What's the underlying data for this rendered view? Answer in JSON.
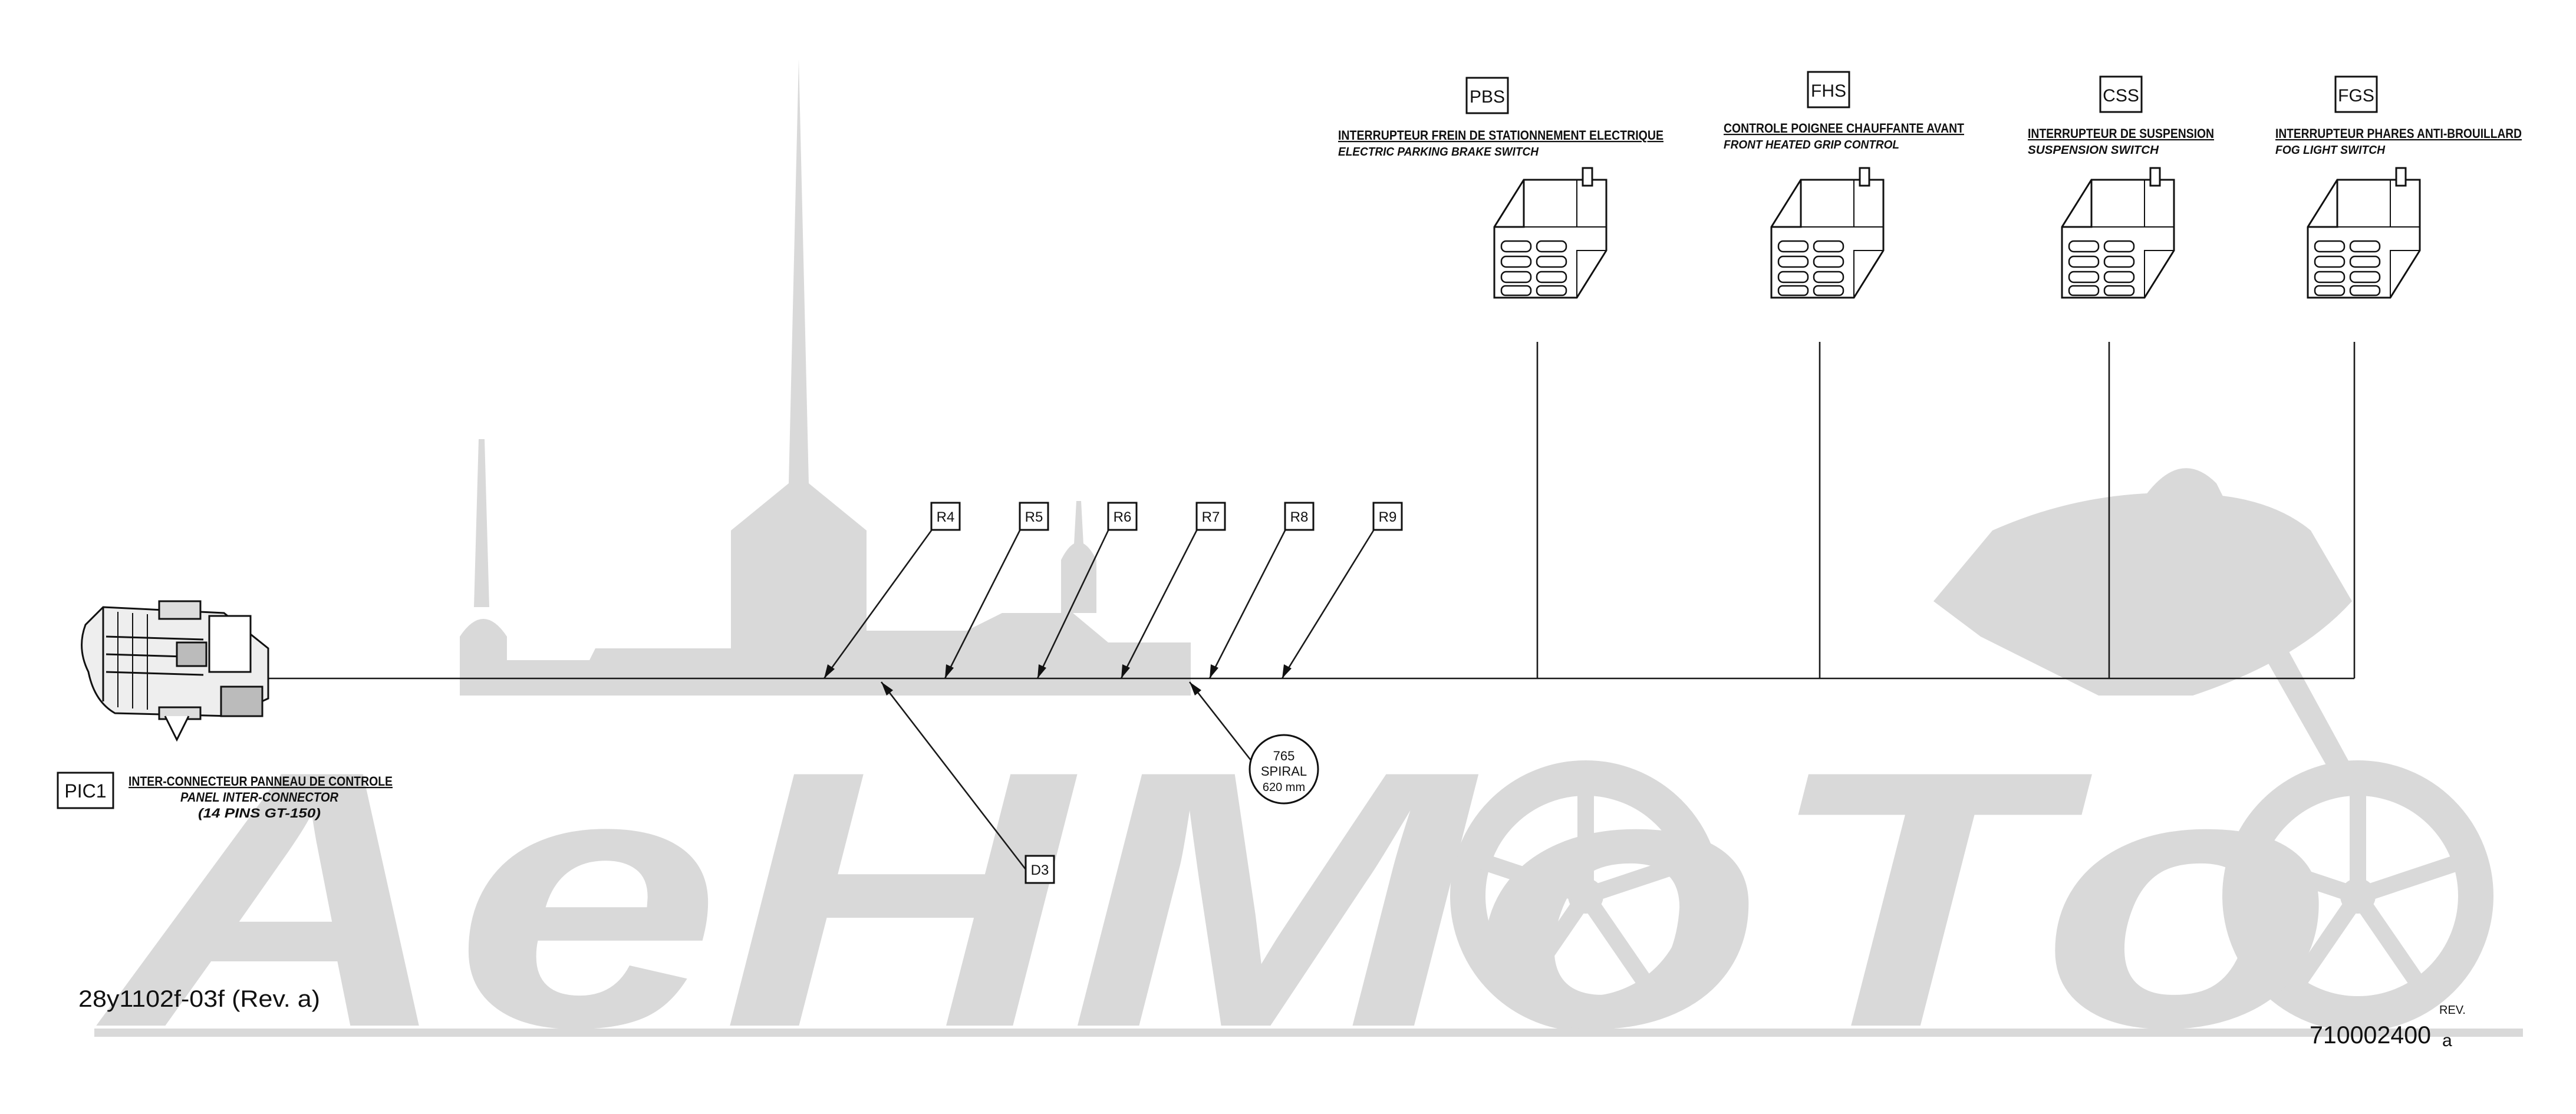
{
  "drawing": {
    "doc_ref": "28y1102f-03f  (Rev. a)",
    "part_number": "710002400",
    "rev_label": "REV.",
    "rev_value": "a",
    "watermark_brand": "AeHMoTo"
  },
  "main_connector": {
    "code": "PIC1",
    "label_fr": "INTER-CONNECTEUR PANNEAU DE CONTROLE",
    "label_en": "PANEL INTER-CONNECTOR",
    "label_note": "(14 PINS GT-150)"
  },
  "switches": [
    {
      "code": "PBS",
      "label_fr": "INTERRUPTEUR  FREIN DE STATIONNEMENT ELECTRIQUE",
      "label_en": "ELECTRIC PARKING BRAKE SWITCH"
    },
    {
      "code": "FHS",
      "label_fr": "CONTROLE POIGNEE CHAUFFANTE AVANT",
      "label_en": "FRONT HEATED GRIP CONTROL"
    },
    {
      "code": "CSS",
      "label_fr": "INTERRUPTEUR DE SUSPENSION",
      "label_en": "SUSPENSION SWITCH"
    },
    {
      "code": "FGS",
      "label_fr": "INTERRUPTEUR PHARES ANTI-BROUILLARD",
      "label_en": "FOG LIGHT  SWITCH"
    }
  ],
  "references": [
    "R4",
    "R5",
    "R6",
    "R7",
    "R8",
    "R9"
  ],
  "d3_label": "D3",
  "spiral": {
    "line1": "765",
    "line2": "SPIRAL",
    "line3": "620 mm"
  }
}
